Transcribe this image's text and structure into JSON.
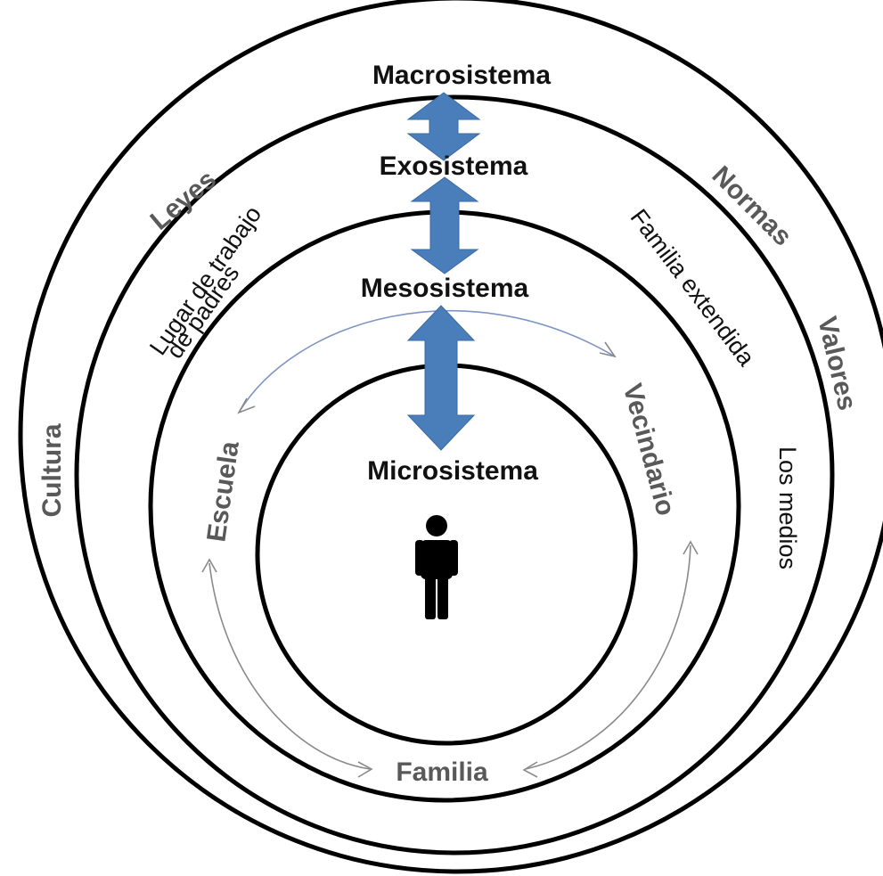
{
  "levels": {
    "macro": "Macrosistema",
    "exo": "Exosistema",
    "meso": "Mesosistema",
    "micro": "Microsistema"
  },
  "macro_items": {
    "leyes": "Leyes",
    "normas": "Normas",
    "valores": "Valores",
    "cultura": "Cultura"
  },
  "exo_items": {
    "lugar_line1": "Lugar de trabajo",
    "lugar_line2": "de padres",
    "familia_extendida": "Familia extendida",
    "los_medios": "Los medios"
  },
  "micro_items": {
    "escuela": "Escuela",
    "vecindario": "Vecindario",
    "familia": "Familia"
  },
  "colors": {
    "arrow_fill": "#4a7ebb",
    "ring_stroke": "#000000",
    "secondary_text": "#595959"
  },
  "icons": {
    "person": "person-icon"
  }
}
